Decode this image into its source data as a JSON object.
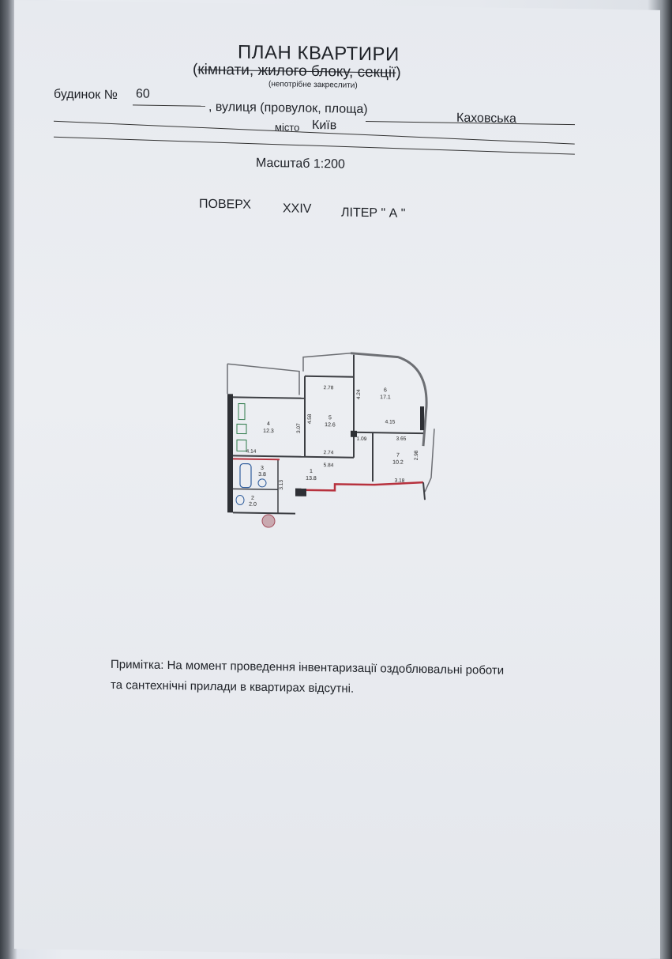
{
  "header": {
    "title": "ПЛАН КВАРТИРИ",
    "subtitle_open": "(",
    "subtitle_struck": "кімнати, жилого блоку, секції",
    "subtitle_close": ")",
    "subtitle_note": "(непотрібне закреслити)"
  },
  "address": {
    "house_label": "будинок №",
    "house_number": "60",
    "street_label": ", вулиця (провулок, площа)",
    "street_value": "Каховська",
    "city_label": "місто",
    "city_value": "Київ"
  },
  "scale": "Масштаб 1:200",
  "floor": {
    "label": "ПОВЕРХ",
    "value": "XXIV",
    "liter": "ЛІТЕР \" А \""
  },
  "plan": {
    "rooms": [
      {
        "num": "1",
        "area": "13.8"
      },
      {
        "num": "2",
        "area": "2.0"
      },
      {
        "num": "3",
        "area": "3.8"
      },
      {
        "num": "4",
        "area": "12.3"
      },
      {
        "num": "5",
        "area": "12.6"
      },
      {
        "num": "6",
        "area": "17.1"
      },
      {
        "num": "7",
        "area": "10.2"
      }
    ],
    "dimensions": [
      "2.78",
      "4.24",
      "4.58",
      "3.07",
      "4.15",
      "3.65",
      "1.09",
      "2.74",
      "5.84",
      "4.14",
      "2.98",
      "3.18",
      "3.13"
    ]
  },
  "notes": {
    "line1": "Примітка: На момент проведення інвентаризації оздоблювальні роботи",
    "line2": "та сантехнічні прилади в квартирах відсутні."
  }
}
